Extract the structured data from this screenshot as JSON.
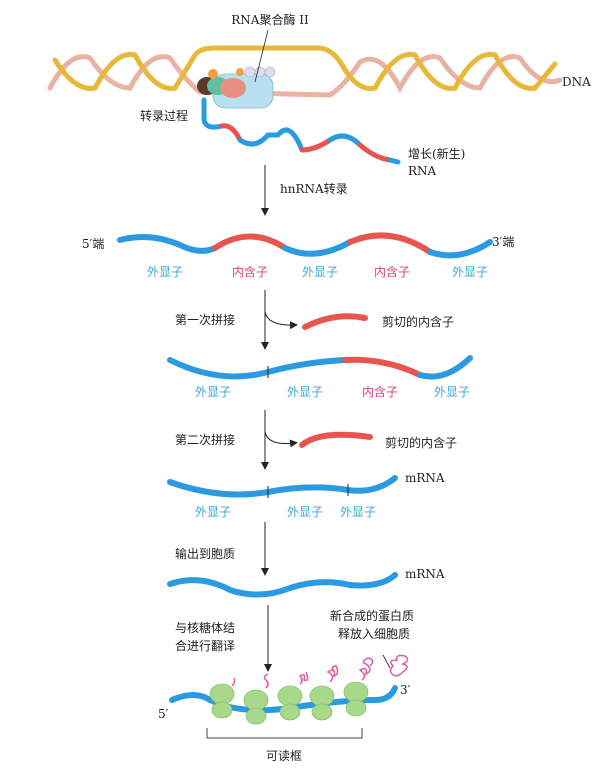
{
  "colors": {
    "exon": "#2a9be0",
    "intron": "#e8554e",
    "dna_strand_1": "#e8b83a",
    "dna_strand_2": "#e9b2a2",
    "ribosome": "#a8d88a",
    "protein": "#e05a9a",
    "polymerase": "#b8e0f0"
  },
  "top": {
    "polymerase_label": "RNA聚合酶 II",
    "dna_label": "DNA",
    "transcription_label": "转录过程",
    "nascent_rna_label_1": "增长(新生)",
    "nascent_rna_label_2": "RNA"
  },
  "steps": {
    "hnrna": "hnRNA转录",
    "first_splice": "第一次拼接",
    "second_splice": "第二次拼接",
    "export": "输出到胞质",
    "translate_1": "与核糖体结",
    "translate_2": "合进行翻译"
  },
  "row1": {
    "five_prime": "5′端",
    "three_prime": "3′端",
    "labels": [
      "外显子",
      "内含子",
      "外显子",
      "内含子",
      "外显子"
    ]
  },
  "excised_1": "剪切的内含子",
  "row2": {
    "labels": [
      "外显子",
      "外显子",
      "内含子",
      "外显子"
    ]
  },
  "excised_2": "剪切的内含子",
  "row3": {
    "mrna": "mRNA",
    "labels": [
      "外显子",
      "外显子",
      "外显子"
    ]
  },
  "row4": {
    "mrna": "mRNA"
  },
  "translation": {
    "protein_label_1": "新合成的蛋白质",
    "protein_label_2": "释放入细胞质",
    "five_prime": "5′",
    "three_prime": "3′",
    "orf_label": "可读框"
  }
}
